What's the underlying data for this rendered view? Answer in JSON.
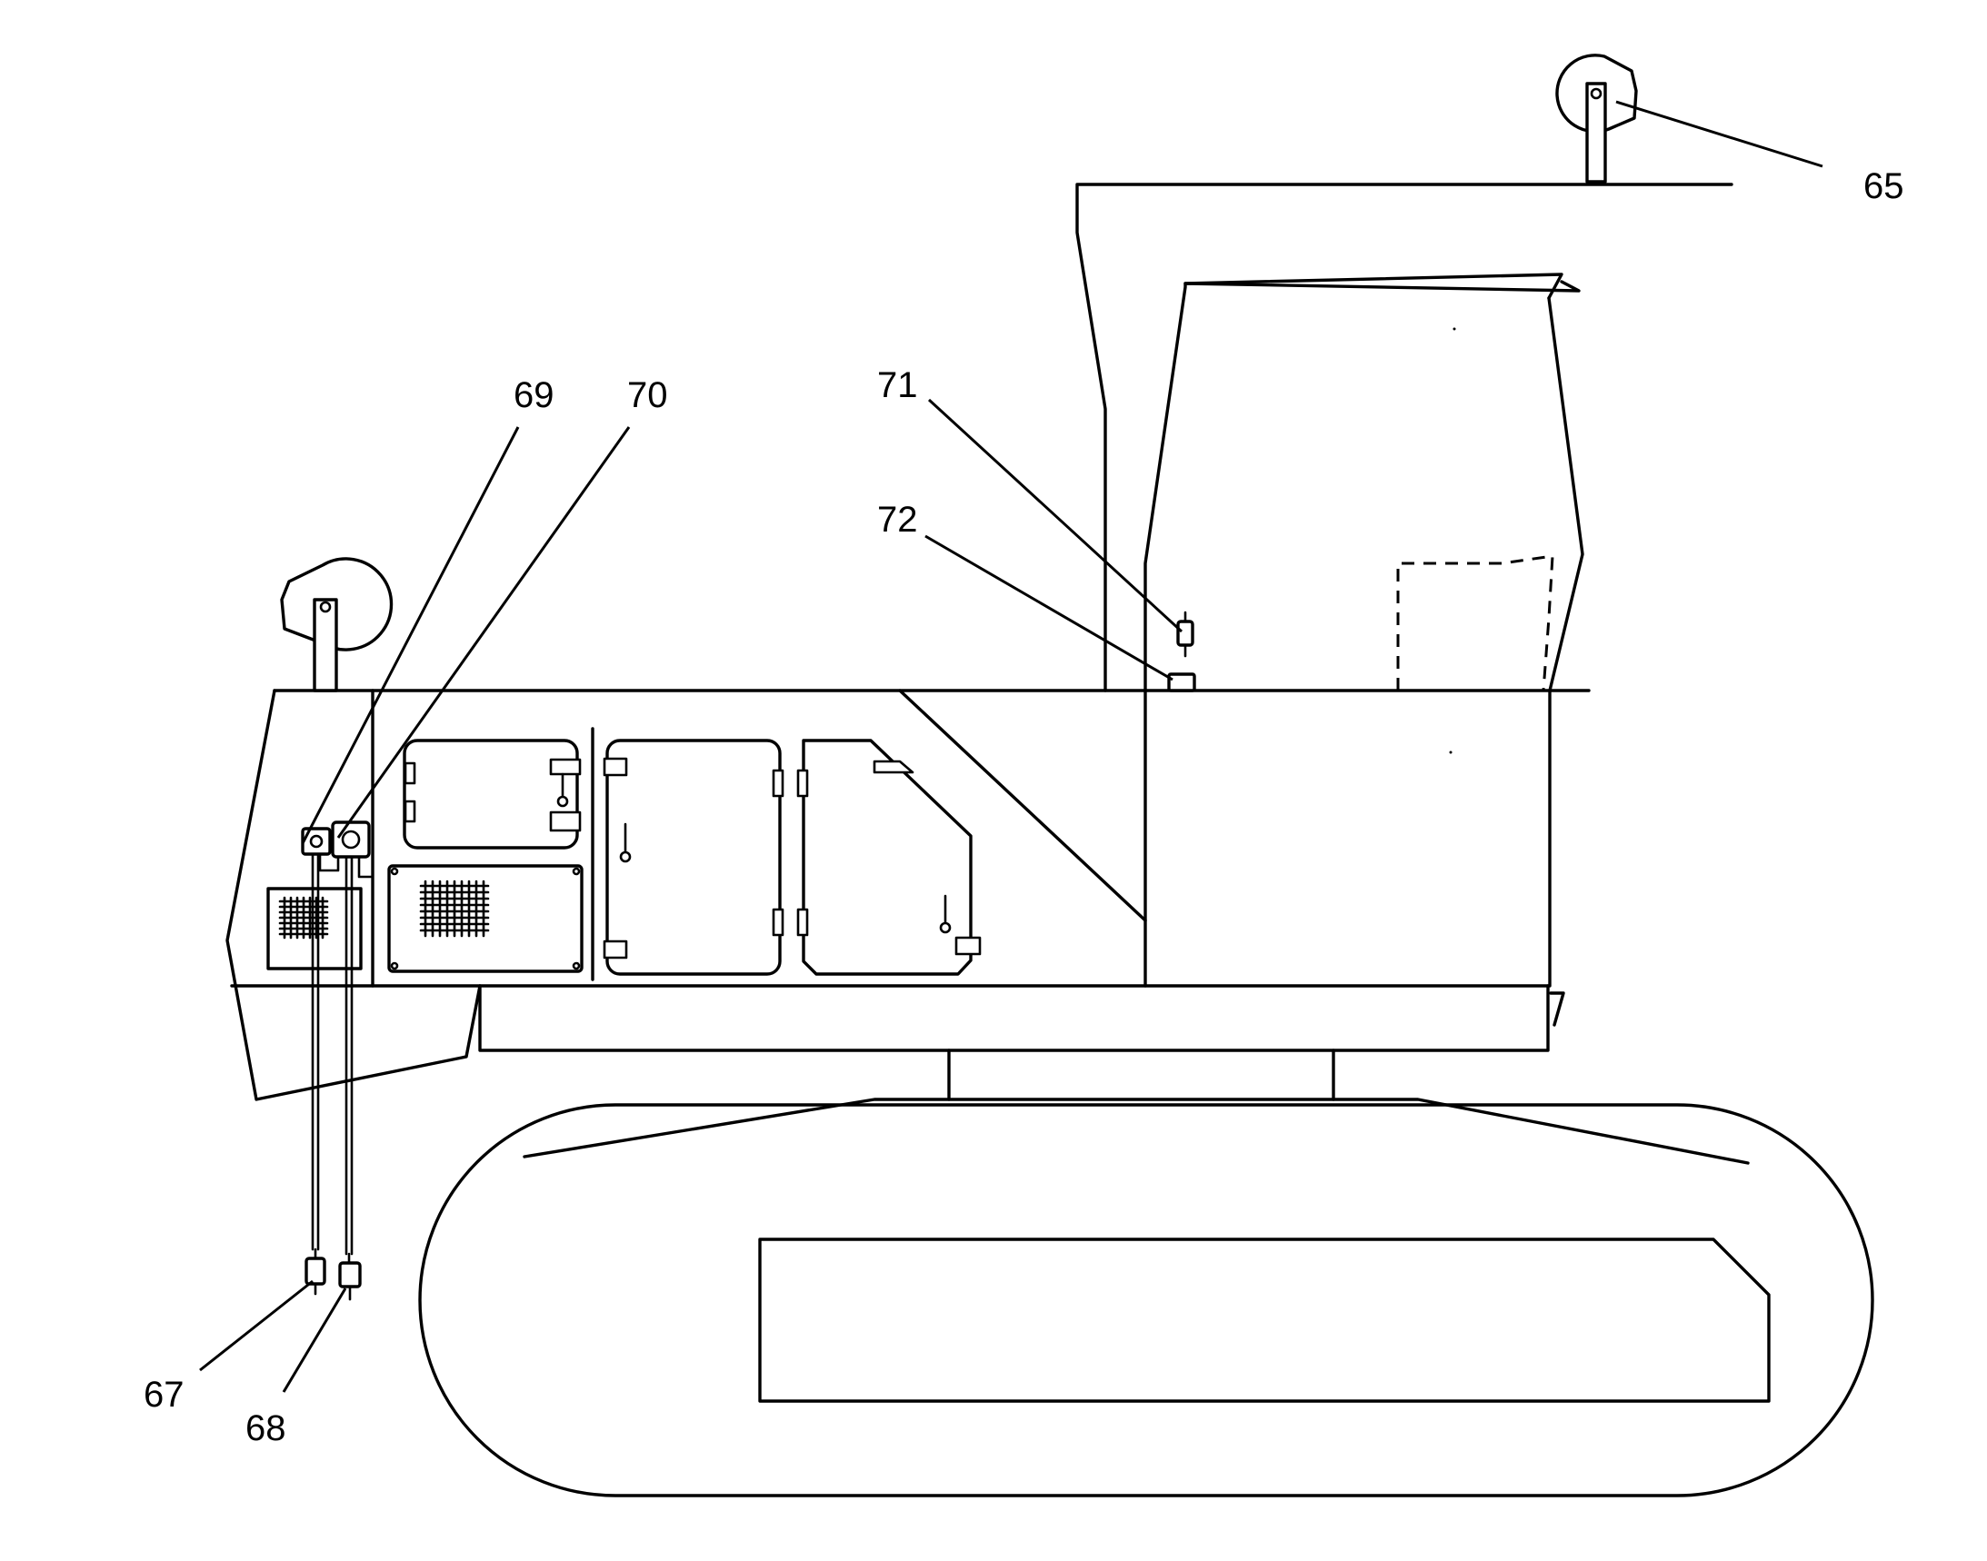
{
  "figure": {
    "reference_labels": [
      {
        "id": "65",
        "text": "65"
      },
      {
        "id": "67",
        "text": "67"
      },
      {
        "id": "68",
        "text": "68"
      },
      {
        "id": "69",
        "text": "69"
      },
      {
        "id": "70",
        "text": "70"
      },
      {
        "id": "71",
        "text": "71"
      },
      {
        "id": "72",
        "text": "72"
      }
    ]
  }
}
